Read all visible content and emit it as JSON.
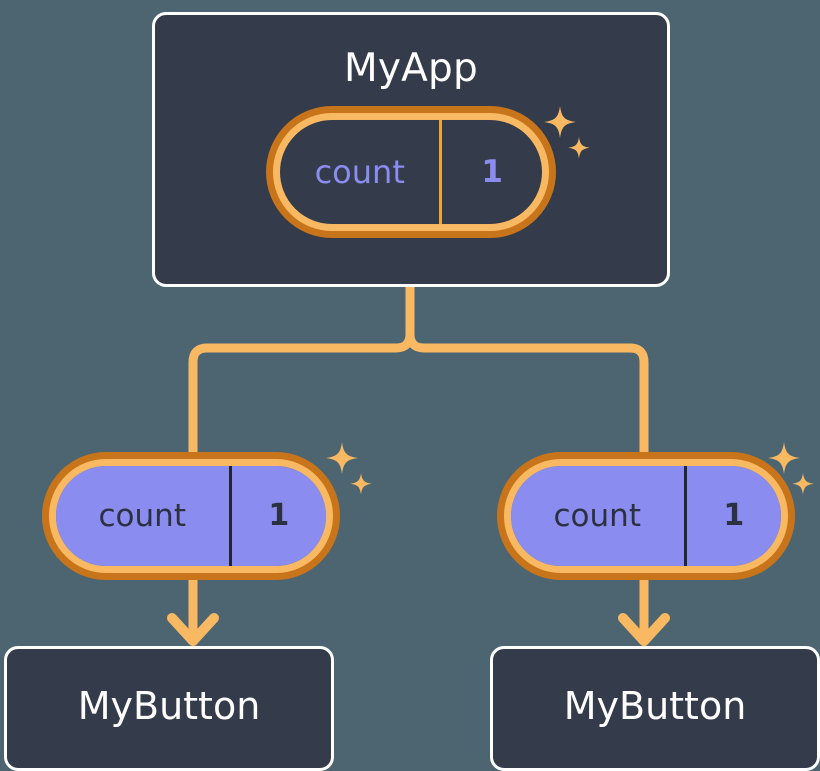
{
  "theme": {
    "page_background": "#4d6570",
    "card_background": "#343b4a",
    "card_border": "#ffffff",
    "pill_ring_outer": "#c8741a",
    "pill_ring_inner": "#f9b963",
    "pill_fill_purple": "#8a8cf0",
    "connector": "#f9b963",
    "text_light": "#ffffff",
    "text_purple": "#8a8cf0",
    "text_dark": "#2b3140"
  },
  "diagram": {
    "type": "component-tree",
    "root": {
      "title": "MyApp",
      "state": {
        "key": "count",
        "value": "1"
      },
      "sparkle_icon": "sparkles-icon"
    },
    "children": [
      {
        "id": "left",
        "state": {
          "key": "count",
          "value": "1"
        },
        "sparkle_icon": "sparkles-icon",
        "arrow_icon": "arrow-down-icon",
        "title": "MyButton"
      },
      {
        "id": "right",
        "state": {
          "key": "count",
          "value": "1"
        },
        "sparkle_icon": "sparkles-icon",
        "arrow_icon": "arrow-down-icon",
        "title": "MyButton"
      }
    ]
  }
}
